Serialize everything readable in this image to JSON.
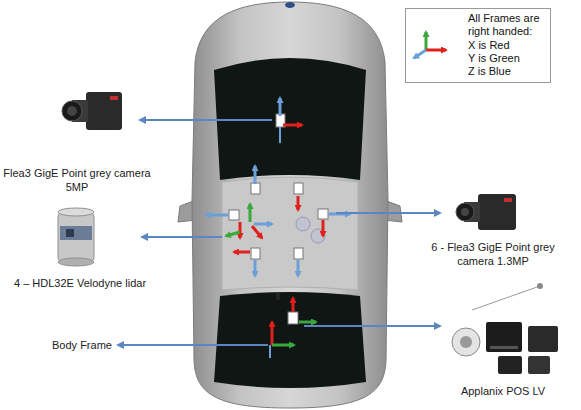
{
  "diagram": {
    "nodes": [
      {
        "text": [
          "All Frames are right handed:",
          "X is Red",
          "Y is Green",
          "Z is Blue"
        ]
      }
    ],
    "labels": [
      "Flea3 GigE Point grey camera 5MP",
      "4 – HDL32E Velodyne lidar",
      "6 - Flea3 GigE Point grey camera 1.3MP",
      "Body Frame",
      "Applanix POS LV"
    ]
  }
}
